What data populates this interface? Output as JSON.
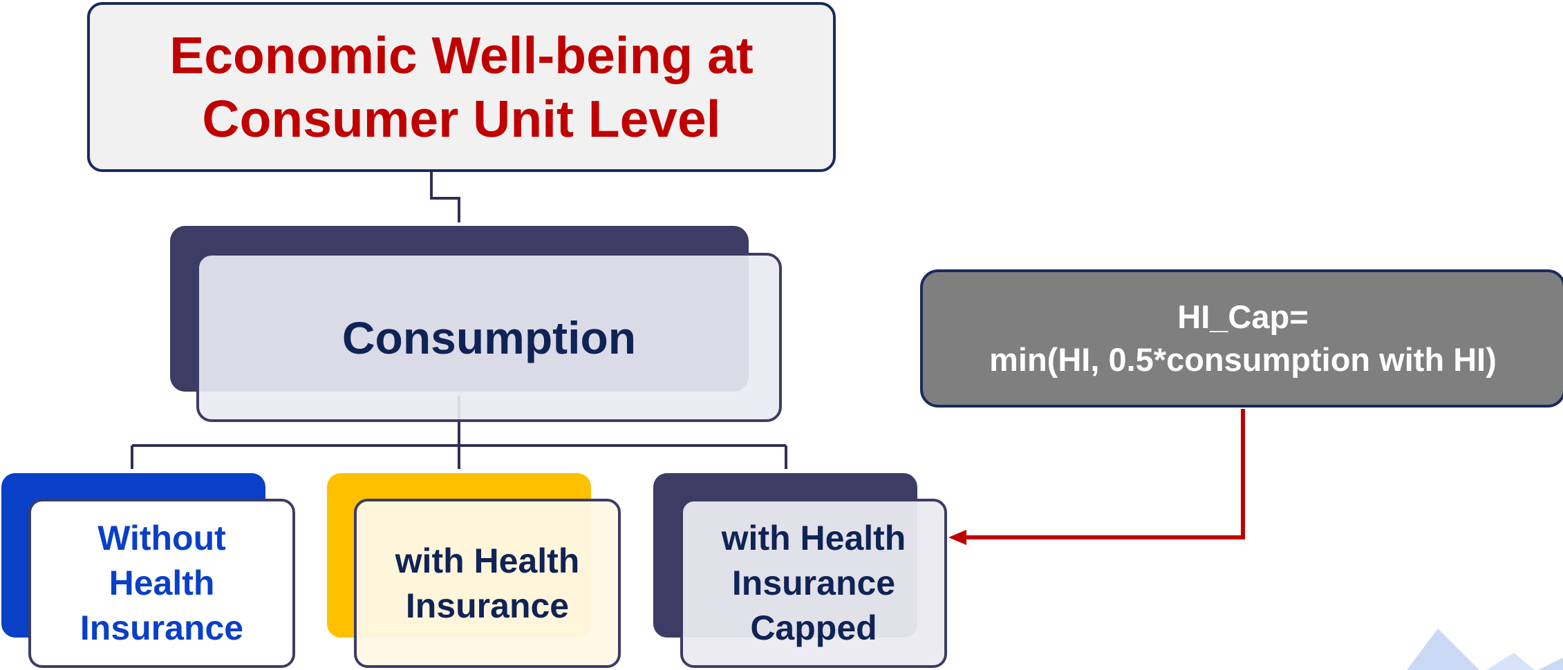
{
  "diagram": {
    "title": "Economic Well-being at\nConsumer Unit Level",
    "root": "Consumption",
    "formula": "HI_Cap=\nmin(HI, 0.5*consumption with HI)",
    "leaves": [
      "Without\nHealth\nInsurance",
      "with Health\nInsurance",
      "with Health\nInsurance\nCapped"
    ]
  },
  "colors": {
    "title_text": "#c00000",
    "navy": "#3c3c64",
    "blue": "#0a3fc8",
    "gold": "#ffc000",
    "gray_box": "#7f7f7f",
    "arrow": "#c00000"
  }
}
